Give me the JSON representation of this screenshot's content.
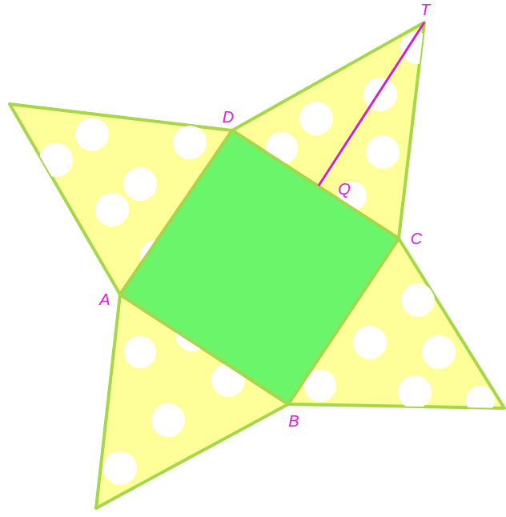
{
  "diagram": {
    "labels": [
      "T",
      "D",
      "Q",
      "C",
      "A",
      "B"
    ]
  }
}
